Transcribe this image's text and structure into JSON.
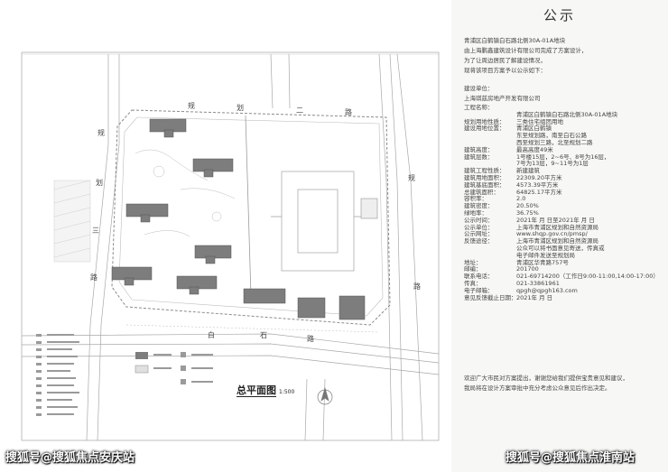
{
  "notice": {
    "title": "公示",
    "intro_lines": [
      "青浦区白鹤镇白石路北侧30A-01A地块",
      "由上海鹏鑫建筑设计有限公司完成了方案设计，",
      "为了让周边居民了解建设情况，",
      "现将该项目方案予以公示如下："
    ],
    "developer_label": "建设单位：",
    "developer_value": "上海琪兹房地产开发有限公司",
    "rows": [
      {
        "label": "工程名称：",
        "value": ""
      },
      {
        "label": "",
        "value": "青浦区白鹤镇白石路北侧30A-01A地块"
      },
      {
        "label": "规划用地性质：",
        "value": "三类住宅组团用地"
      },
      {
        "label": "建设用地位置：",
        "value": "青浦区白鹤镇"
      },
      {
        "label": "",
        "value": "东至规划路，南至白石公路"
      },
      {
        "label": "",
        "value": "西至规划三路，北至规划二路"
      },
      {
        "label": "建筑高度：",
        "value": "最高高度49米"
      },
      {
        "label": "建筑层数：",
        "value": "1号楼15层，2~6号、8号为16层，"
      },
      {
        "label": "",
        "value": "7号为13层，9~11号为1层"
      },
      {
        "label": "建筑工程性质：",
        "value": "新建建筑"
      },
      {
        "label": "建筑用地面积：",
        "value": "22309.20平方米"
      },
      {
        "label": "建筑基底面积：",
        "value": "4573.39平方米"
      },
      {
        "label": "总建筑面积：",
        "value": "64825.17平方米"
      },
      {
        "label": "容积率：",
        "value": "2.0"
      },
      {
        "label": "建筑密度：",
        "value": "20.50%"
      },
      {
        "label": "绿地率：",
        "value": "36.75%"
      },
      {
        "label": "公示时间：",
        "value": "2021年  月  日至2021年  月  日"
      },
      {
        "label": "公示单位：",
        "value": "上海市青浦区规划和自然资源局"
      },
      {
        "label": "公示网址：",
        "value": "www.shqp.gov.cn/pmsp/"
      },
      {
        "label": "反馈途径：",
        "value": "上海市青浦区规划和自然资源局"
      },
      {
        "label": "",
        "value": "公众可以将书面意见寄送，传真或"
      },
      {
        "label": "",
        "value": "电子邮件发送至规划局"
      },
      {
        "label": "地址：",
        "value": "青浦区华青路757号"
      },
      {
        "label": "邮编：",
        "value": "201700"
      },
      {
        "label": "联系电话：",
        "value": "021-69714200（工作日9:00-11:00,14:00-17:00）"
      },
      {
        "label": "传真：",
        "value": "021-33861961"
      },
      {
        "label": "电子邮箱：",
        "value": "qpgh@qpgh163.com"
      },
      {
        "label": "意见反馈截止日期：",
        "value": "2021年  月  日"
      }
    ],
    "closing_lines": [
      "欢迎广大市民对方案提出，谢谢您给我们提供宝贵意见和建议，",
      "我局将在设计方案审批中充分考虑公众意见后作出决定。"
    ]
  },
  "plan": {
    "title": "总平面图",
    "scale": "1:500",
    "road_labels": {
      "north": [
        "规",
        "划",
        "二",
        "路"
      ],
      "west": [
        "规",
        "划",
        "三",
        "路"
      ],
      "east": [
        "规",
        "路"
      ],
      "south": [
        "白",
        "石",
        "路"
      ]
    }
  },
  "watermarks": {
    "left": "搜狐号@搜狐焦点安庆站",
    "right": "搜狐号@搜狐焦点淮南站"
  },
  "colors": {
    "paper": "#ffffff",
    "notice_bg": "#f7f7f5",
    "building": "#7d7d7d",
    "line": "#9a9a9a"
  }
}
